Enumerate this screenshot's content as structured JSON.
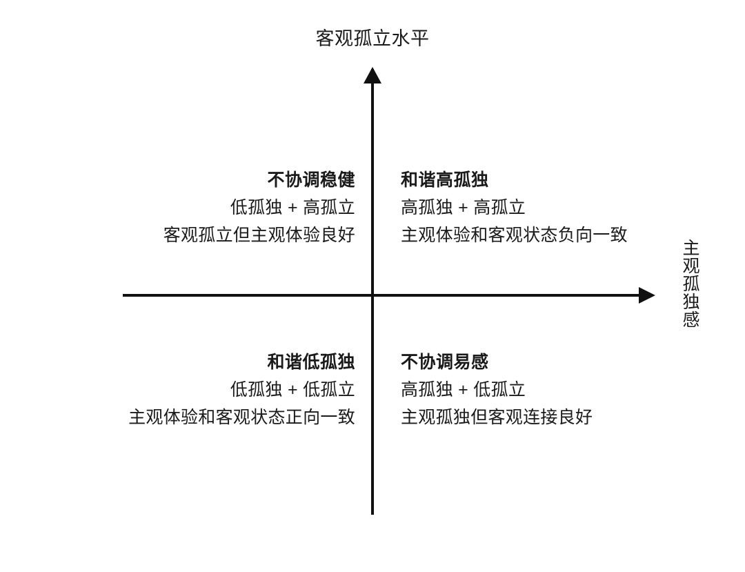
{
  "diagram": {
    "axis_top_label": "客观孤立水平",
    "axis_right_label": "主观孤独感",
    "quadrants": {
      "top_left": {
        "title": "不协调稳健",
        "formula": "低孤独 + 高孤立",
        "description": "客观孤立但主观体验良好"
      },
      "top_right": {
        "title": "和谐高孤独",
        "formula": "高孤独 + 高孤立",
        "description": "主观体验和客观状态负向一致"
      },
      "bottom_left": {
        "title": "和谐低孤独",
        "formula": "低孤独 + 低孤立",
        "description": "主观体验和客观状态正向一致"
      },
      "bottom_right": {
        "title": "不协调易感",
        "formula": "高孤独 + 低孤立",
        "description": "主观孤独但客观连接良好"
      }
    },
    "colors": {
      "axis": "#111111",
      "text": "#1a1a1a",
      "background": "#ffffff"
    }
  }
}
